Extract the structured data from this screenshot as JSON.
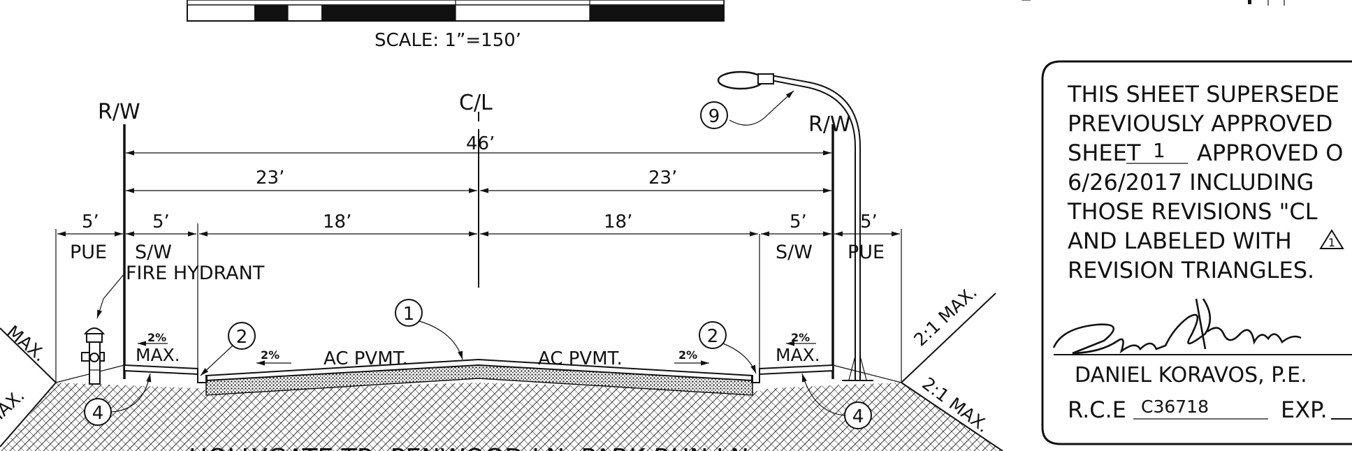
{
  "scale": {
    "label": "SCALE:  1”=150’"
  },
  "labels": {
    "rw_left": "R/W",
    "rw_right": "R/W",
    "centerline": "C/L",
    "fire_hydrant": "FIRE HYDRANT",
    "ac_pvmt_left": "AC PVMT.",
    "ac_pvmt_right": "AC PVMT."
  },
  "dimensions": {
    "total_width": "46’",
    "half_left": "23’",
    "half_right": "23’",
    "pue_left": "5’",
    "sw_left": "5’",
    "lane_left": "18’",
    "lane_right": "18’",
    "sw_right": "5’",
    "pue_right": "5’"
  },
  "zones": {
    "pue_left": "PUE",
    "sw_left": "S/W",
    "sw_right": "S/W",
    "pue_right": "PUE"
  },
  "slopes": {
    "sw_left_pct": "2%",
    "sw_left_max": "MAX.",
    "pave_left": "2%",
    "pave_right": "2%",
    "sw_right_pct": "2%",
    "sw_right_max": "MAX.",
    "side_left_upper": "MAX.",
    "side_left_lower": "MAX.",
    "side_right_upper": "2:1 MAX.",
    "side_right_lower": "2:1 MAX."
  },
  "callouts": {
    "c1": "1",
    "c2_left": "2",
    "c2_right": "2",
    "c4_left": "4",
    "c4_right": "4",
    "c9": "9"
  },
  "street_names": "HOLLYGATE TR, PENWOOD LN, PARK RUN LN",
  "approval_box": {
    "line1": "THIS SHEET SUPERSEDE",
    "line2": "PREVIOUSLY APPROVED",
    "line3_pre": "SHEET",
    "line3_num": "1",
    "line3_post": "APPROVED O",
    "line4": "6/26/2017 INCLUDING",
    "line5": "THOSE REVISIONS \"CL",
    "line6": "AND LABELED WITH",
    "line6_symbol": "1",
    "line7": "REVISION TRIANGLES.",
    "engineer_name": "DANIEL KORAVOS, P.E.",
    "rce_label": "R.C.E",
    "rce_number": "C36718",
    "exp_label": "EXP."
  }
}
